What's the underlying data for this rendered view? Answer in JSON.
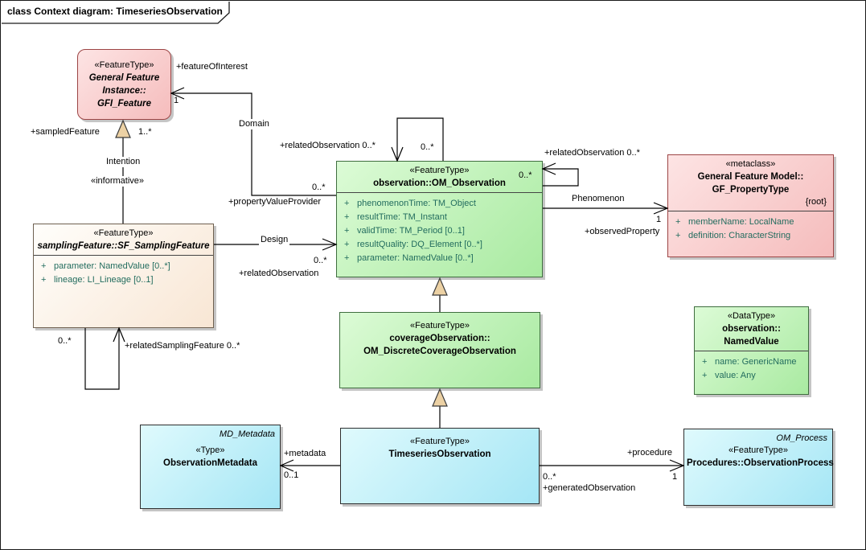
{
  "frame": {
    "title": "class Context diagram: TimeseriesObservation"
  },
  "colors": {
    "green_fill_light": "#dcfbd6",
    "green_fill_dark": "#a9eaa1",
    "pink_fill_light": "#fde4e4",
    "pink_fill_dark": "#f5bcbc",
    "cyan_fill_light": "#dffafd",
    "cyan_fill_dark": "#a5e6f5",
    "cream_fill_light": "#fffefb",
    "cream_fill_dark": "#f8e6d4",
    "attribute_text": "#226c5e",
    "generalization_arrow_fill": "#ecd1a4"
  },
  "classes": {
    "gfi": {
      "stereotype": "«FeatureType»",
      "name1": "General Feature",
      "name2": "Instance::",
      "name3": "GFI_Feature"
    },
    "om": {
      "stereotype": "«FeatureType»",
      "name": "observation::OM_Observation",
      "attrs": [
        {
          "vis": "+",
          "text": "phenomenonTime: TM_Object"
        },
        {
          "vis": "+",
          "text": "resultTime: TM_Instant"
        },
        {
          "vis": "+",
          "text": "validTime: TM_Period [0..1]"
        },
        {
          "vis": "+",
          "text": "resultQuality: DQ_Element [0..*]"
        },
        {
          "vis": "+",
          "text": "parameter: NamedValue [0..*]"
        }
      ]
    },
    "gf": {
      "stereotype": "«metaclass»",
      "name1": "General Feature Model::",
      "name2": "GF_PropertyType",
      "tag": "{root}",
      "attrs": [
        {
          "vis": "+",
          "text": "memberName: LocalName"
        },
        {
          "vis": "+",
          "text": "definition: CharacterString"
        }
      ]
    },
    "sf": {
      "stereotype": "«FeatureType»",
      "name": "samplingFeature::SF_SamplingFeature",
      "attrs": [
        {
          "vis": "+",
          "text": "parameter: NamedValue [0..*]"
        },
        {
          "vis": "+",
          "text": "lineage: LI_Lineage [0..1]"
        }
      ]
    },
    "cov": {
      "stereotype": "«FeatureType»",
      "name1": "coverageObservation::",
      "name2": "OM_DiscreteCoverageObservation"
    },
    "nv": {
      "stereotype": "«DataType»",
      "name1": "observation::",
      "name2": "NamedValue",
      "attrs": [
        {
          "vis": "+",
          "text": "name: GenericName"
        },
        {
          "vis": "+",
          "text": "value: Any"
        }
      ]
    },
    "meta": {
      "parent": "MD_Metadata",
      "stereotype": "«Type»",
      "name": "ObservationMetadata"
    },
    "tso": {
      "stereotype": "«FeatureType»",
      "name": "TimeseriesObservation"
    },
    "op": {
      "parent": "OM_Process",
      "stereotype": "«FeatureType»",
      "name": "Procedures::ObservationProcess"
    }
  },
  "labels": {
    "feature_of_interest_role": "+featureOfInterest",
    "feature_of_interest_mult": "1",
    "domain_name": "Domain",
    "sampled_feature_role": "+sampledFeature",
    "sampled_feature_mult": "1..*",
    "intention_name": "Intention",
    "informative_stereotype": "«informative»",
    "sf_self_mult": "0..*",
    "related_sampling_role": "+relatedSamplingFeature 0..*",
    "design_name": "Design",
    "design_mult": "0..*",
    "design_role": "+relatedObservation",
    "pvp_mult": "0..*",
    "pvp_role": "+propertyValueProvider",
    "top_self_role": "+relatedObservation 0..*",
    "top_self_mult": "0..*",
    "right_self_role": "+relatedObservation 0..*",
    "om_corner_mult": "0..*",
    "phenomenon_name": "Phenomenon",
    "phenomenon_mult": "1",
    "observed_property_role": "+observedProperty",
    "metadata_role": "+metadata",
    "metadata_mult": "0..1",
    "procedure_role": "+procedure",
    "procedure_mult": "1",
    "generated_obs_mult": "0..*",
    "generated_obs_role": "+generatedObservation"
  }
}
